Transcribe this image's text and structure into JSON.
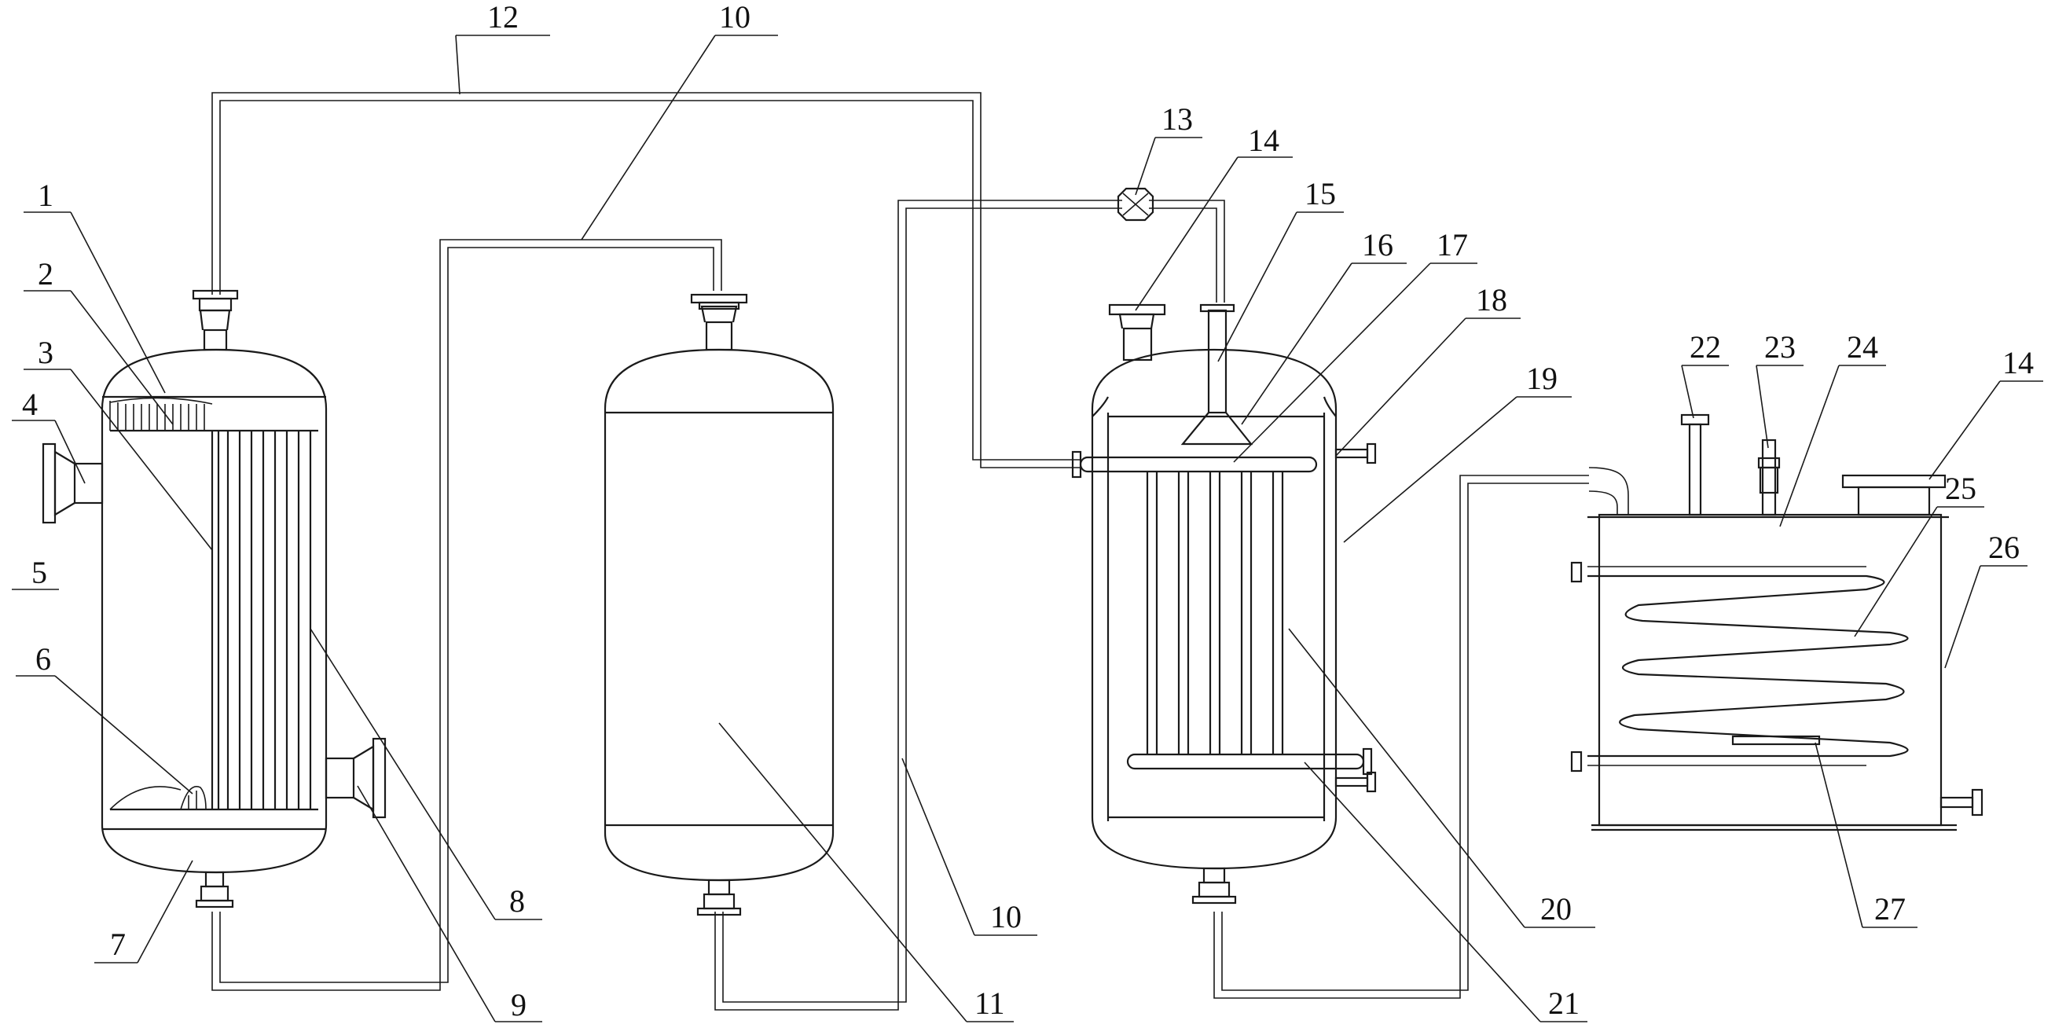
{
  "diagram": {
    "labels": [
      {
        "id": "l1",
        "text": "1"
      },
      {
        "id": "l2",
        "text": "2"
      },
      {
        "id": "l3",
        "text": "3"
      },
      {
        "id": "l4",
        "text": "4"
      },
      {
        "id": "l5",
        "text": "5"
      },
      {
        "id": "l6",
        "text": "6"
      },
      {
        "id": "l7",
        "text": "7"
      },
      {
        "id": "l8",
        "text": "8"
      },
      {
        "id": "l9",
        "text": "9"
      },
      {
        "id": "l10a",
        "text": "10"
      },
      {
        "id": "l10b",
        "text": "10"
      },
      {
        "id": "l11",
        "text": "11"
      },
      {
        "id": "l12",
        "text": "12"
      },
      {
        "id": "l13",
        "text": "13"
      },
      {
        "id": "l14a",
        "text": "14"
      },
      {
        "id": "l14b",
        "text": "14"
      },
      {
        "id": "l15",
        "text": "15"
      },
      {
        "id": "l16",
        "text": "16"
      },
      {
        "id": "l17",
        "text": "17"
      },
      {
        "id": "l18",
        "text": "18"
      },
      {
        "id": "l19",
        "text": "19"
      },
      {
        "id": "l20",
        "text": "20"
      },
      {
        "id": "l21",
        "text": "21"
      },
      {
        "id": "l22",
        "text": "22"
      },
      {
        "id": "l23",
        "text": "23"
      },
      {
        "id": "l24",
        "text": "24"
      },
      {
        "id": "l25",
        "text": "25"
      },
      {
        "id": "l26",
        "text": "26"
      },
      {
        "id": "l27",
        "text": "27"
      }
    ]
  }
}
